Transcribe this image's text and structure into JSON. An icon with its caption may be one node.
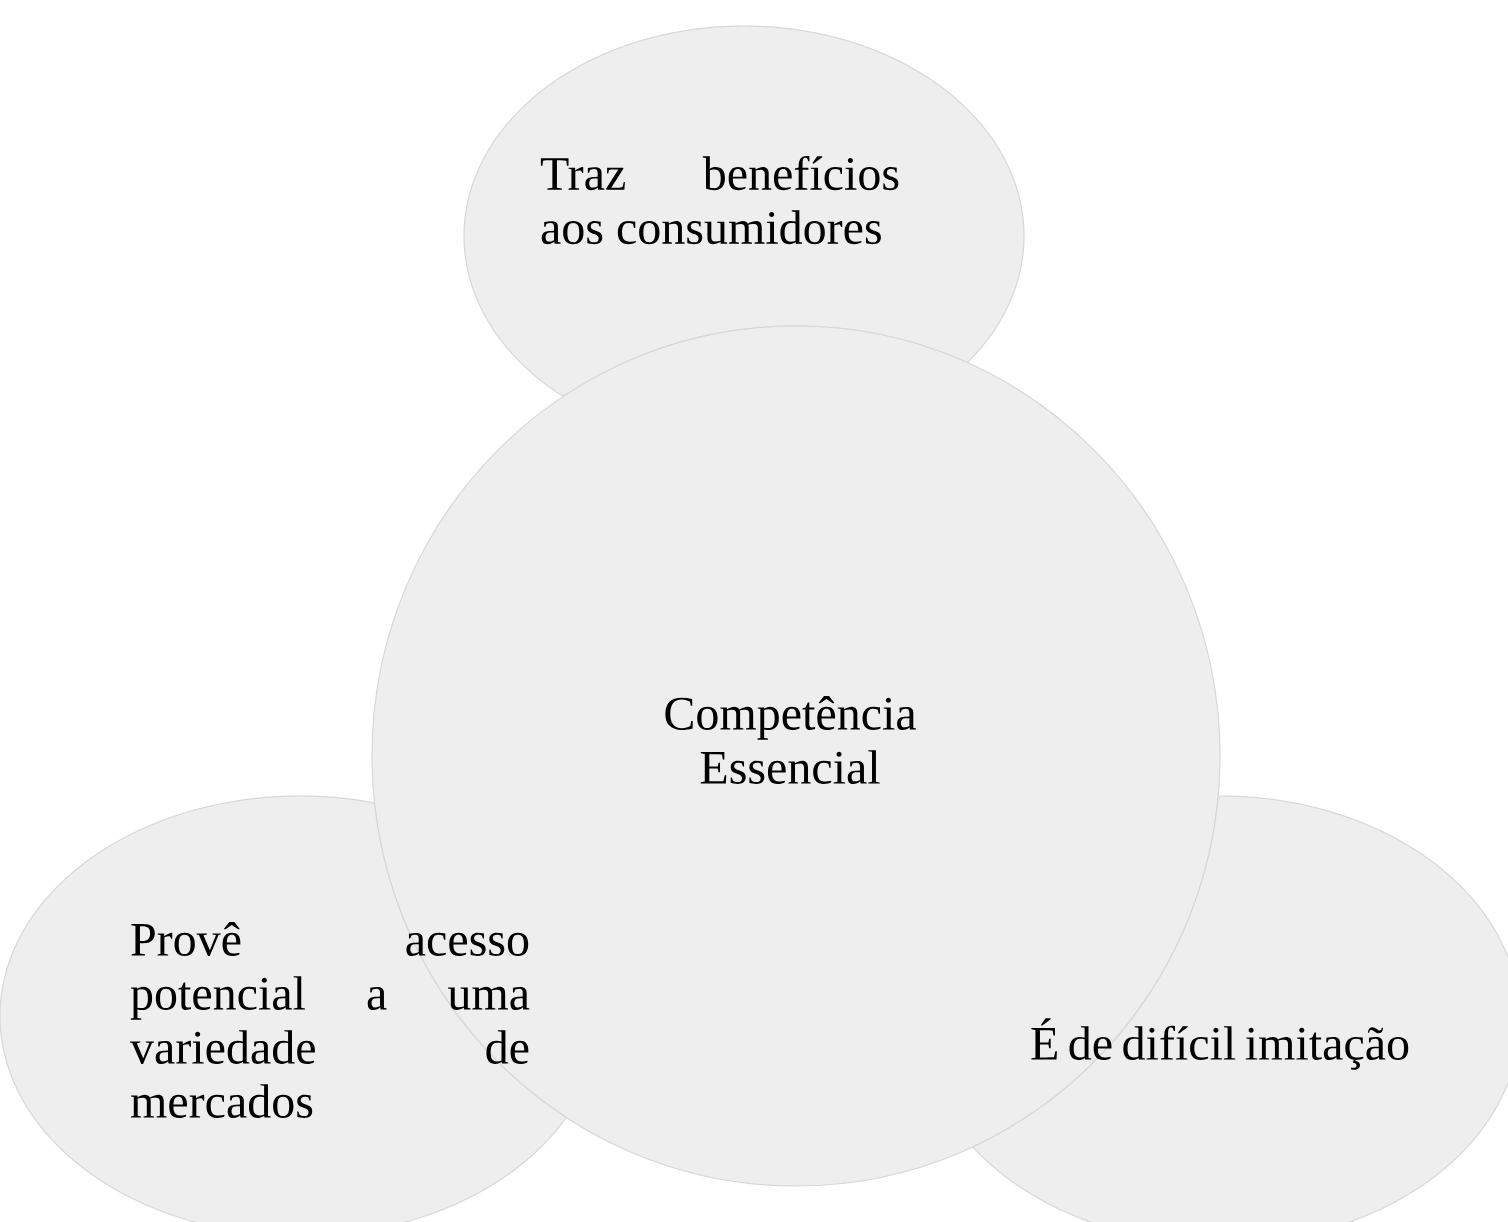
{
  "diagram": {
    "nodes": [
      {
        "text": [
          "Traz benefícios aos consumidores"
        ]
      },
      {
        "text": [
          "Competência Essencial"
        ]
      },
      {
        "text": [
          "Provê acesso potencial a uma variedade de mercados"
        ]
      },
      {
        "text": [
          "É de difícil imitação"
        ]
      }
    ]
  }
}
